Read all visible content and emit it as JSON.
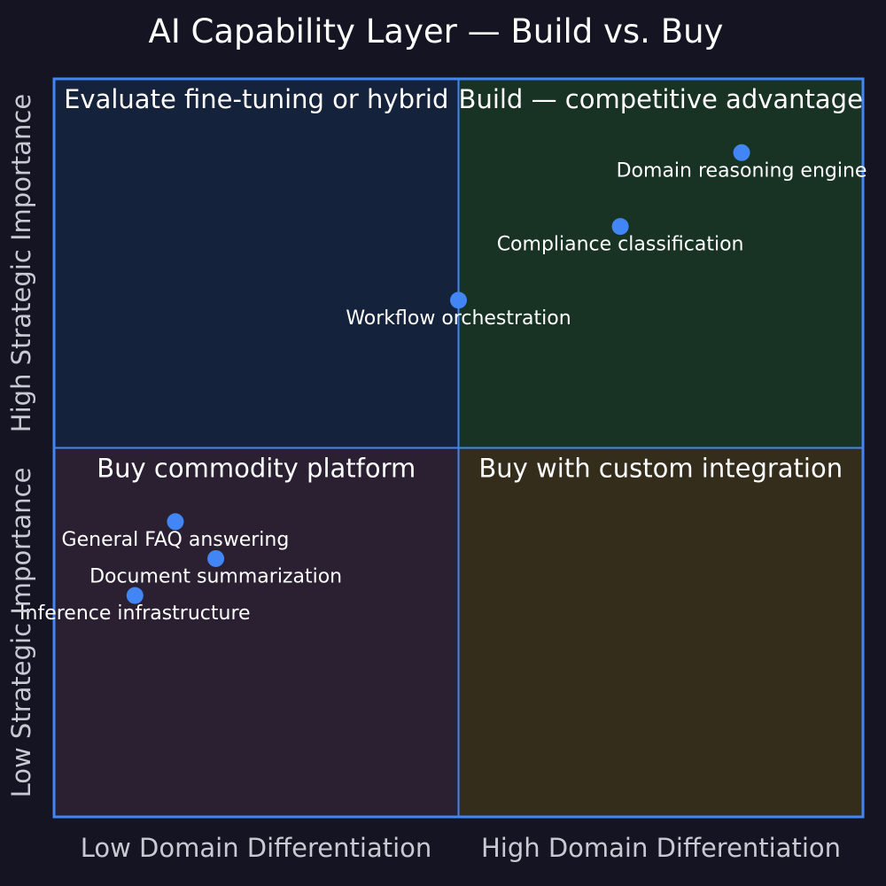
{
  "chart_data": {
    "type": "scatter",
    "title": "AI Capability Layer — Build vs. Buy",
    "xlim": [
      0,
      1
    ],
    "ylim": [
      0,
      1
    ],
    "grid": false,
    "x_axis_labels": {
      "low": "Low Domain Differentiation",
      "high": "High Domain Differentiation"
    },
    "y_axis_labels": {
      "low": "Low Strategic Importance",
      "high": "High Strategic Importance"
    },
    "quadrants": [
      {
        "position": "top-left",
        "label": "Evaluate fine-tuning or hybrid",
        "color": "#15223b"
      },
      {
        "position": "top-right",
        "label": "Build — competitive advantage",
        "color": "#183324"
      },
      {
        "position": "bottom-left",
        "label": "Buy commodity platform",
        "color": "#2b2032"
      },
      {
        "position": "bottom-right",
        "label": "Buy with custom integration",
        "color": "#352d1b"
      }
    ],
    "points": [
      {
        "name": "Domain reasoning engine",
        "x": 0.85,
        "y": 0.9
      },
      {
        "name": "Compliance classification",
        "x": 0.7,
        "y": 0.8
      },
      {
        "name": "Workflow orchestration",
        "x": 0.5,
        "y": 0.7
      },
      {
        "name": "General FAQ answering",
        "x": 0.15,
        "y": 0.4
      },
      {
        "name": "Document summarization",
        "x": 0.2,
        "y": 0.35
      },
      {
        "name": "Inference infrastructure",
        "x": 0.1,
        "y": 0.3
      }
    ],
    "colors": {
      "point": "#4285f4",
      "border": "#4285f4",
      "background": "#151422"
    }
  }
}
